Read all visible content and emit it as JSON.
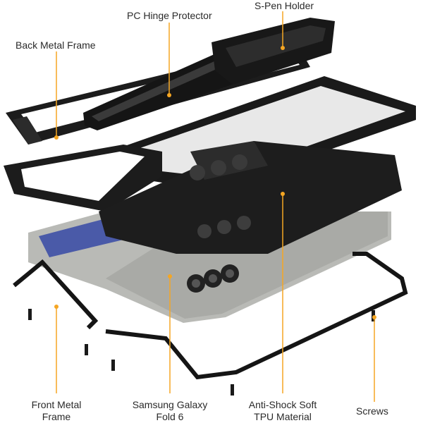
{
  "labels": {
    "back_frame": "Back Metal Frame",
    "hinge": "PC Hinge Protector",
    "spen": "S-Pen Holder",
    "front_frame_line1": "Front Metal",
    "front_frame_line2": "Frame",
    "phone_line1": "Samsung Galaxy",
    "phone_line2": "Fold 6",
    "tpu_line1": "Anti-Shock Soft",
    "tpu_line2": "TPU Material",
    "screws": "Screws"
  },
  "colors": {
    "accent": "#f5a623",
    "frame": "#1c1c1c",
    "phone": "#b9bab6",
    "screen": "#4a5aa8"
  }
}
